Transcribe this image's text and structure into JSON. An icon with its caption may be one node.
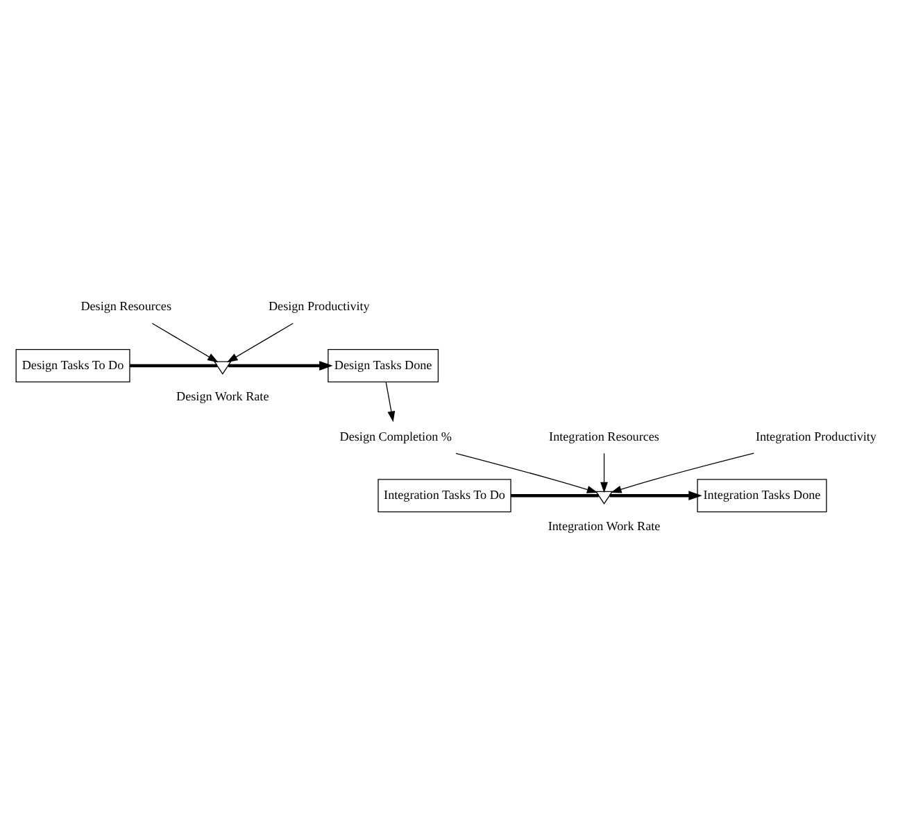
{
  "diagram": {
    "nodes": [
      {
        "text": [
          "Design Tasks To Do"
        ]
      },
      {
        "text": [
          "Design Tasks Done"
        ]
      },
      {
        "text": [],
        "shape": "valve",
        "beside": [
          "Design Work Rate"
        ]
      },
      {
        "text": [
          "Design Resources"
        ]
      },
      {
        "text": [
          "Design Productivity"
        ]
      },
      {
        "text": [
          "Design Completion %"
        ]
      },
      {
        "text": [
          "Integration Tasks To Do"
        ]
      },
      {
        "text": [
          "Integration Tasks Done"
        ]
      },
      {
        "text": [],
        "shape": "valve",
        "beside": [
          "Integration Work Rate"
        ]
      },
      {
        "text": [
          "Integration Resources"
        ]
      },
      {
        "text": [
          "Integration Productivity"
        ]
      }
    ],
    "edges": [
      {
        "from": 0,
        "to": 2,
        "arrow": "none",
        "style": "thick"
      },
      {
        "from": 2,
        "to": 1,
        "arrow": "to",
        "style": "thick"
      },
      {
        "from": 3,
        "to": 2,
        "arrow": "to"
      },
      {
        "from": 4,
        "to": 2,
        "arrow": "to"
      },
      {
        "from": 1,
        "to": 5,
        "arrow": "to"
      },
      {
        "from": 6,
        "to": 8,
        "arrow": "none",
        "style": "thick"
      },
      {
        "from": 8,
        "to": 7,
        "arrow": "to",
        "style": "thick"
      },
      {
        "from": 9,
        "to": 8,
        "arrow": "to"
      },
      {
        "from": 10,
        "to": 8,
        "arrow": "to"
      },
      {
        "from": 5,
        "to": 8,
        "arrow": "to"
      }
    ]
  }
}
